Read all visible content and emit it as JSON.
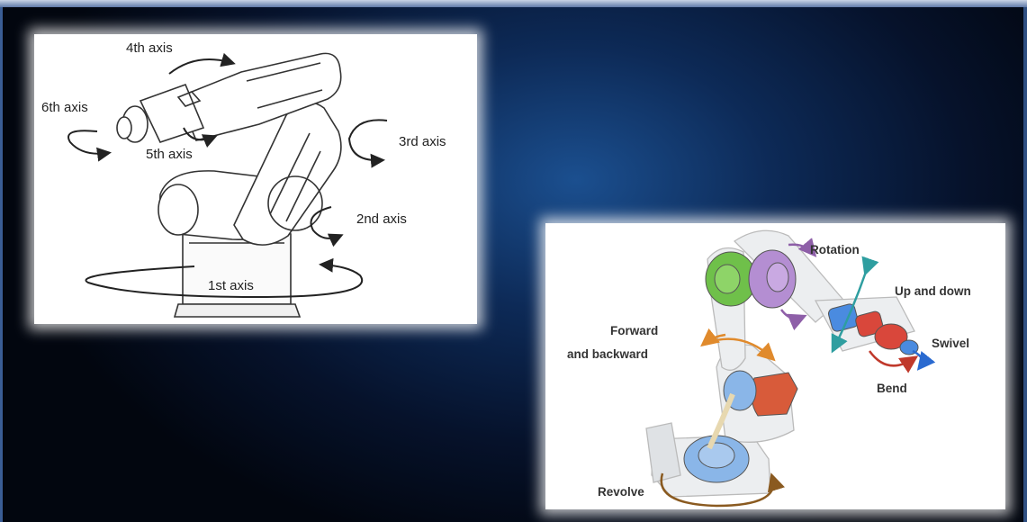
{
  "diagram_left": {
    "labels": {
      "axis4": "4th axis",
      "axis6": "6th axis",
      "axis5": "5th axis",
      "axis3": "3rd axis",
      "axis2": "2nd axis",
      "axis1": "1st axis"
    }
  },
  "diagram_right": {
    "labels": {
      "rotation": "Rotation",
      "up_down": "Up and down",
      "forward_line1": "Forward",
      "forward_line2": "and backward",
      "swivel": "Swivel",
      "bend": "Bend",
      "revolve": "Revolve"
    },
    "colors": {
      "green": "#6fc04a",
      "purple": "#b48ed2",
      "blue": "#4a8be0",
      "red": "#d9473b",
      "orange": "#d85b3a",
      "arrow_orange": "#e08a2c",
      "arrow_teal": "#2e9ea0"
    }
  }
}
